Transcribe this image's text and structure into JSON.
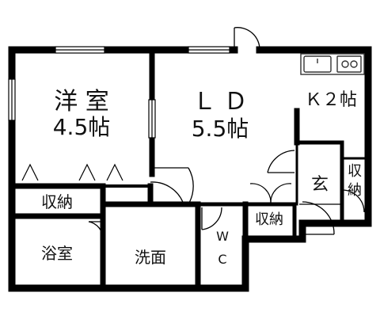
{
  "rooms": {
    "western_room": {
      "name": "洋 室",
      "size": "4.5帖"
    },
    "living_dining": {
      "name": "Ｌ Ｄ",
      "size": "5.5帖"
    },
    "kitchen": {
      "name": "Ｋ２帖"
    },
    "storage_left": {
      "name": "収納"
    },
    "bath": {
      "name": "浴室"
    },
    "washroom": {
      "name": "洗面"
    },
    "wc": {
      "line1": "W",
      "line2": "C"
    },
    "storage_center": {
      "name": "収納"
    },
    "entrance": {
      "name": "玄"
    },
    "storage_entrance": {
      "name": "収納"
    }
  },
  "colors": {
    "wall": "#000000",
    "fixture": "#333333",
    "background": "#ffffff"
  }
}
